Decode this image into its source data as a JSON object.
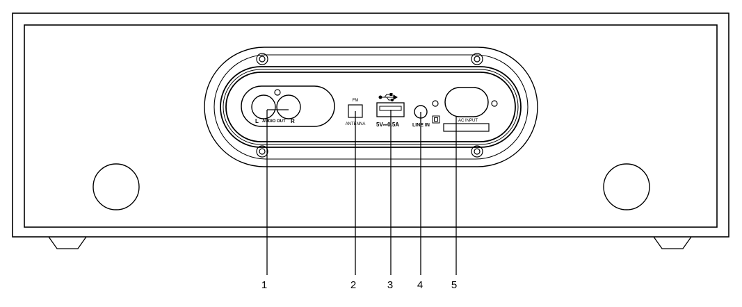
{
  "labels": {
    "audio_out": "AUDIO OUT",
    "audio_left": "L",
    "audio_right": "R",
    "fm": "FM",
    "antenna": "ANTENNA",
    "usb_rating": "5V⎓0.5A",
    "line_in": "LINE IN",
    "ac_input": "AC INPUT"
  },
  "callouts": [
    "1",
    "2",
    "3",
    "4",
    "5"
  ],
  "icons": {
    "usb": "usb-icon",
    "double_insulation": "double-insulation-icon"
  },
  "colors": {
    "line": "#000000",
    "background": "#ffffff"
  }
}
